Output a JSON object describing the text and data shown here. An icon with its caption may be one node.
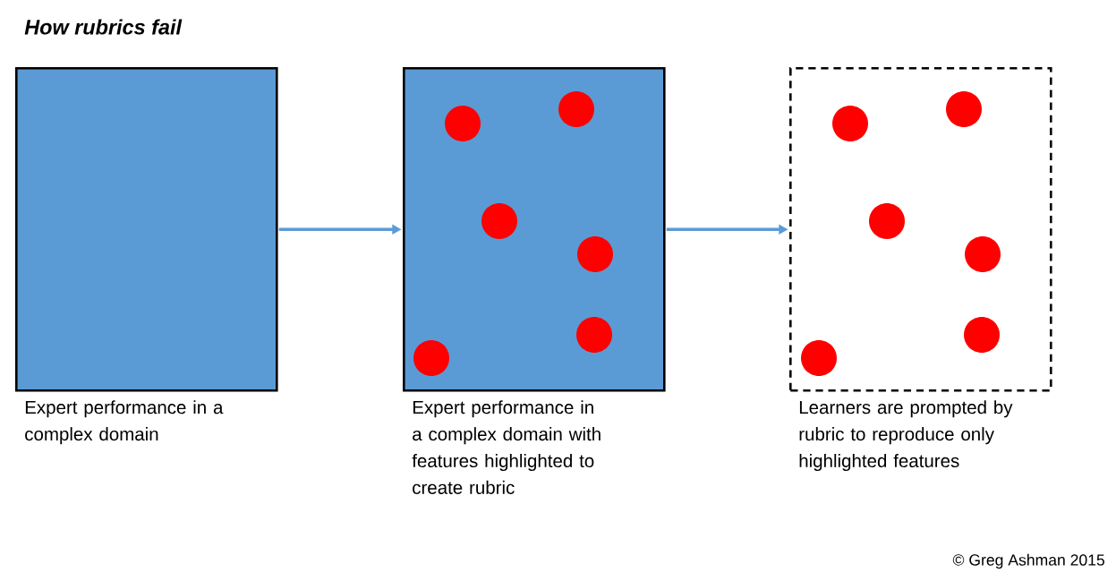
{
  "diagram": {
    "title": "How rubrics fail",
    "nodes": [
      {
        "text": [
          "Expert performance in a complex domain"
        ]
      },
      {
        "text": [
          "Expert performance in a complex domain with features highlighted to create rubric"
        ]
      },
      {
        "text": [
          "Learners are prompted by rubric to reproduce only highlighted features"
        ]
      }
    ],
    "edges": [
      {
        "from": 0,
        "to": 1,
        "arrow": "to"
      },
      {
        "from": 1,
        "to": 2,
        "arrow": "to"
      }
    ],
    "labels": [
      "© Greg Ashman 2015"
    ]
  }
}
